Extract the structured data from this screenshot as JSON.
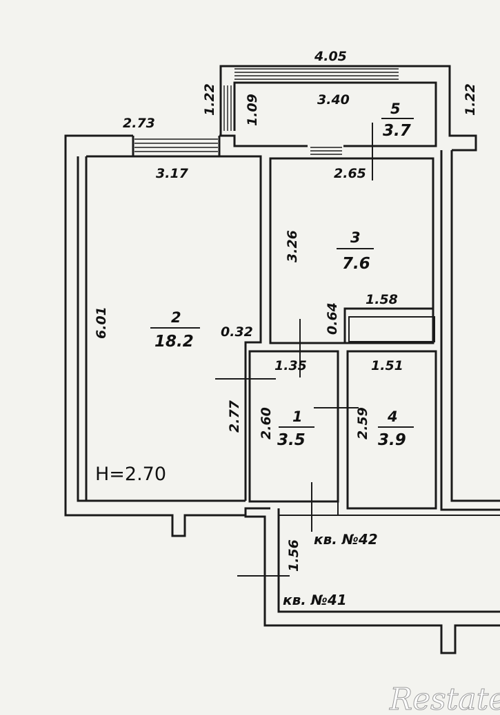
{
  "plan": {
    "ceiling_height": "H=2.70",
    "rooms": [
      {
        "number": "1",
        "area": "3.5"
      },
      {
        "number": "2",
        "area": "18.2"
      },
      {
        "number": "3",
        "area": "7.6"
      },
      {
        "number": "4",
        "area": "3.9"
      },
      {
        "number": "5",
        "area": "3.7"
      }
    ],
    "dimensions": {
      "balcony_outer_width": "4.05",
      "balcony_inner_width": "3.40",
      "balcony_depth_left": "1.22",
      "balcony_depth_right": "1.22",
      "balcony_window_depth": "1.09",
      "room2_window": "2.73",
      "room2_width": "3.17",
      "room2_length": "6.01",
      "partition": "0.32",
      "room3_width": "2.65",
      "room3_length": "3.26",
      "niche_depth": "0.64",
      "niche_width": "1.58",
      "hall_width": "1.35",
      "room4_width": "1.51",
      "hall_length_outer": "2.77",
      "hall_length": "2.60",
      "room4_length": "2.59",
      "corridor": "1.56"
    },
    "apartments": {
      "apt42": "кв. №42",
      "apt41": "кв. №41"
    }
  },
  "watermark": "Restate"
}
